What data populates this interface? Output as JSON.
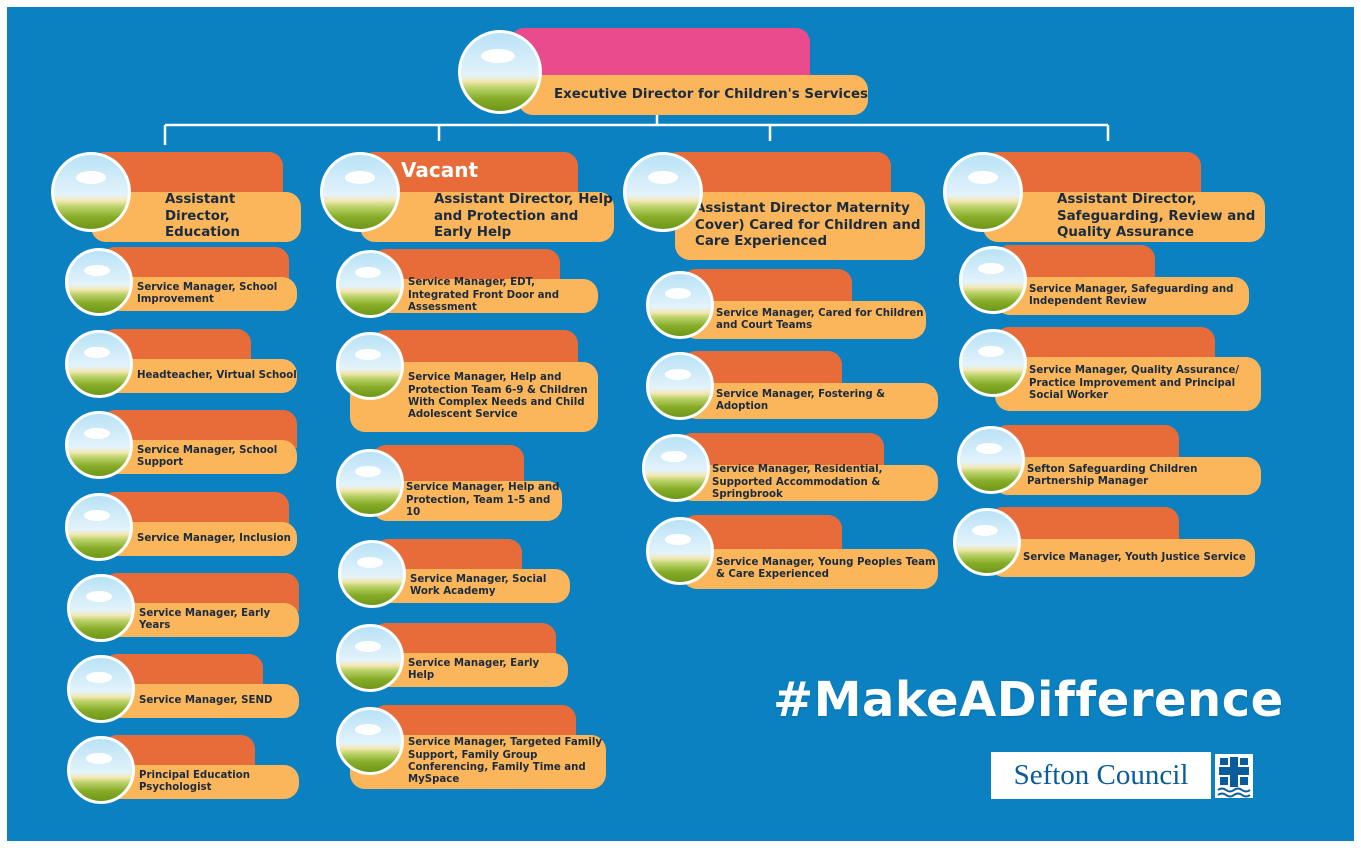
{
  "executive": {
    "label": "Executive Director for Children's Services"
  },
  "assistant_directors": [
    {
      "label": "Assistant Director, Education",
      "note": ""
    },
    {
      "label": "Assistant Director, Help and Protection and Early Help",
      "note": "Vacant"
    },
    {
      "label": "Assistant Director Maternity Cover) Cared for Children and Care Experienced",
      "note": ""
    },
    {
      "label": "Assistant Director, Safeguarding, Review and Quality Assurance",
      "note": ""
    }
  ],
  "columns": [
    [
      "Service Manager, School Improvement",
      "Headteacher, Virtual School",
      "Service Manager, School Support",
      "Service Manager, Inclusion",
      "Service Manager, Early Years",
      "Service Manager, SEND",
      "Principal Education Psychologist"
    ],
    [
      "Service Manager, EDT, Integrated Front Door and Assessment",
      "Service Manager, Help and Protection Team 6-9 & Children With Complex Needs and Child Adolescent Service",
      "Service Manager, Help and Protection, Team 1-5 and 10",
      "Service Manager, Social Work Academy",
      "Service Manager, Early Help",
      "Service Manager, Targeted Family Support, Family Group Conferencing, Family Time and MySpace"
    ],
    [
      "Service Manager, Cared for Children and Court Teams",
      "Service Manager, Fostering & Adoption",
      "Service Manager, Residential, Supported Accommodation & Springbrook",
      "Service Manager, Young Peoples Team & Care Experienced"
    ],
    [
      "Service Manager, Safeguarding and Independent Review",
      "Service Manager, Quality Assurance/ Practice Improvement and Principal Social Worker",
      "Sefton Safeguarding Children Partnership Manager",
      "Service Manager, Youth Justice Service"
    ]
  ],
  "hashtag": "#MakeADifference",
  "logo": {
    "text": "Sefton Council",
    "icon": "sefton-crest-icon"
  },
  "colors": {
    "background": "#0b81c2",
    "tab": "#e86c3a",
    "exec_tab": "#e94b8c",
    "label": "#fbb65b",
    "connector": "#ffffff"
  }
}
